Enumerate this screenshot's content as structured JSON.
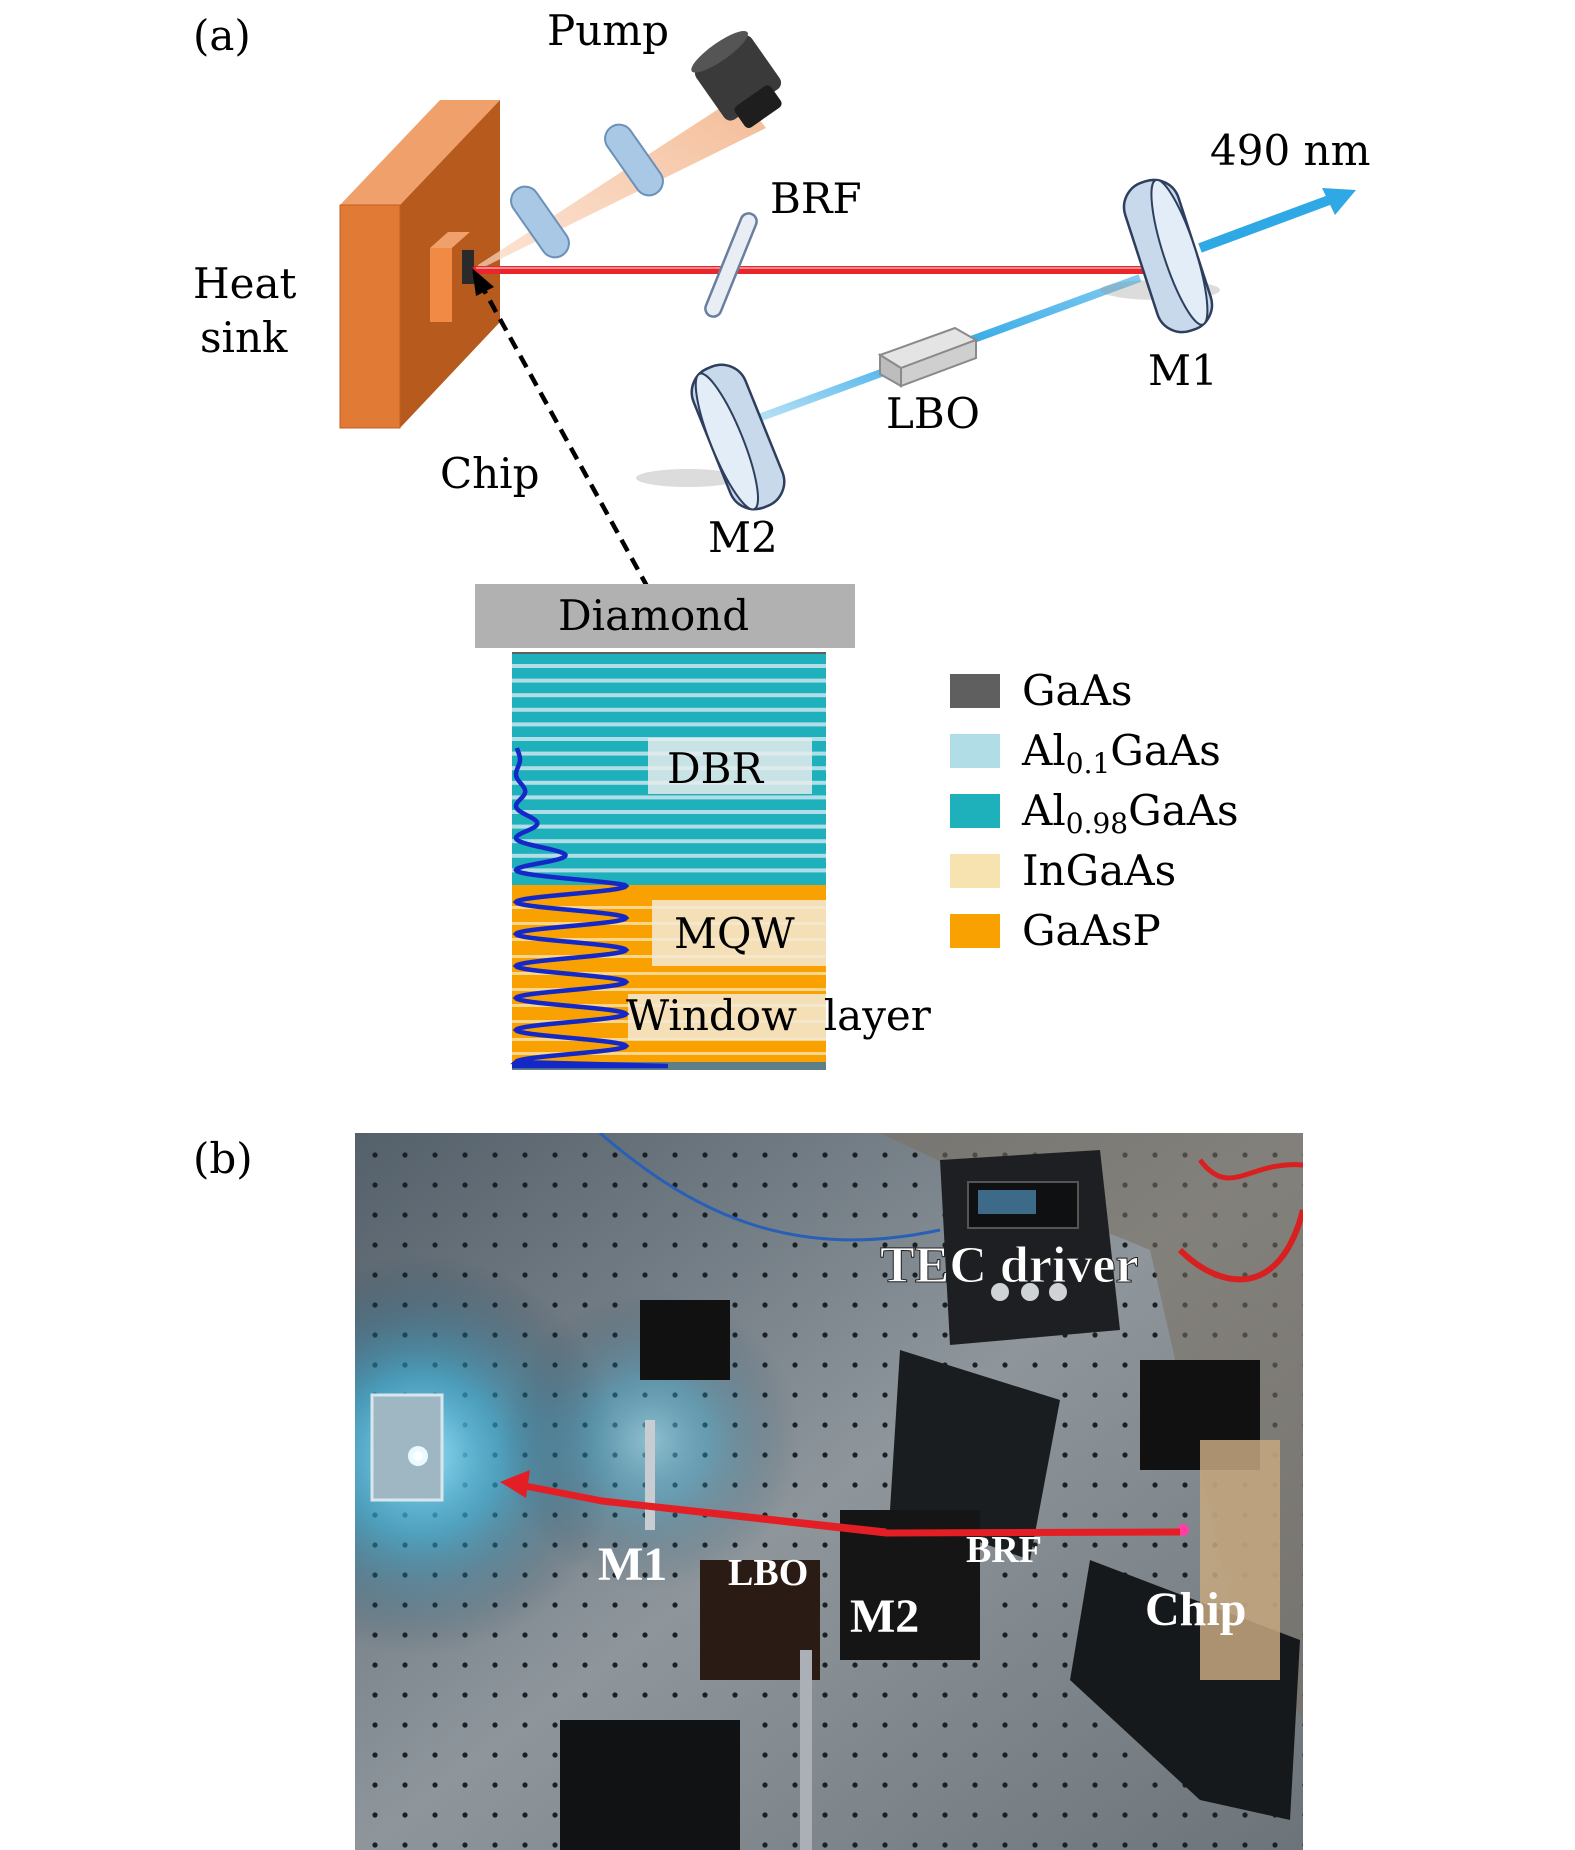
{
  "panel_a": {
    "tag": "(a)",
    "labels": {
      "pump": "Pump",
      "wavelength": "490 nm",
      "brf": "BRF",
      "heat_sink_line1": "Heat",
      "heat_sink_line2": "sink",
      "m1": "M1",
      "lbo": "LBO",
      "chip": "Chip",
      "m2": "M2"
    },
    "structure": {
      "diamond": "Diamond",
      "dbr": "DBR",
      "mqw": "MQW",
      "window_layer": "Window  layer"
    },
    "legend": [
      {
        "label_main": "GaAs",
        "label_sub": "",
        "label_tail": "",
        "color": "#5f5f5f"
      },
      {
        "label_main": "Al",
        "label_sub": "0.1",
        "label_tail": "GaAs",
        "color": "#b0dde6"
      },
      {
        "label_main": "Al",
        "label_sub": "0.98",
        "label_tail": "GaAs",
        "color": "#1fb1bb"
      },
      {
        "label_main": "InGaAs",
        "label_sub": "",
        "label_tail": "",
        "color": "#f7e3b0"
      },
      {
        "label_main": "GaAsP",
        "label_sub": "",
        "label_tail": "",
        "color": "#f8a100"
      }
    ]
  },
  "panel_b": {
    "tag": "(b)",
    "labels": {
      "tec_driver": "TEC driver",
      "m1": "M1",
      "lbo": "LBO",
      "brf": "BRF",
      "m2": "M2",
      "chip": "Chip"
    }
  },
  "colors": {
    "heat_sink": "#e07a35",
    "laser_red": "#e8262c",
    "laser_blue": "#2fa8e6",
    "mirror": "#dbe9f6",
    "field_wave": "#1428c8"
  }
}
